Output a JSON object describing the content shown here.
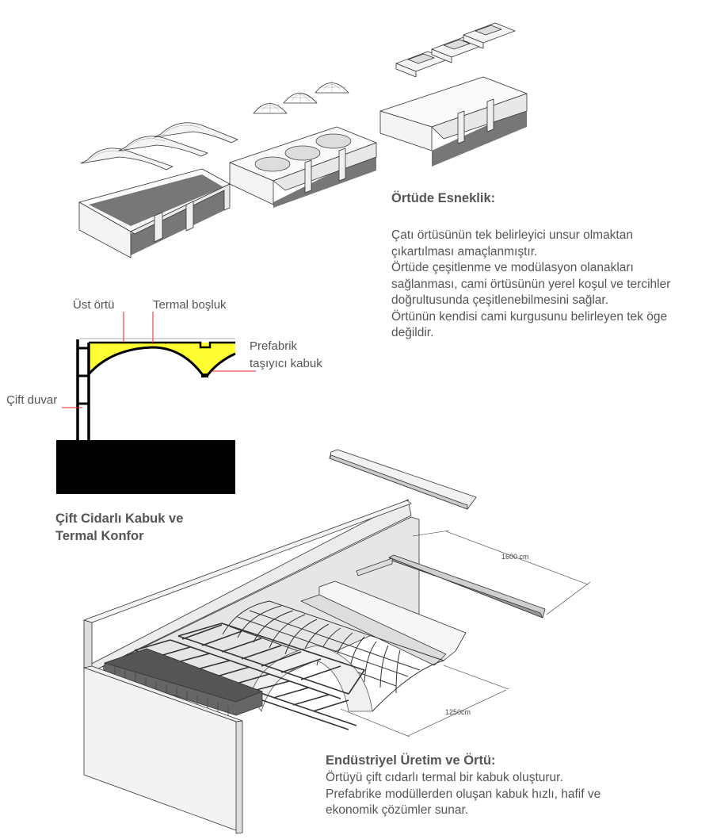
{
  "flexibility": {
    "title": "Örtüde Esneklik:",
    "lines": [
      "Çatı örtüsünün tek belirleyici unsur olmaktan",
      "çıkartılması amaçlanmıştır.",
      "Örtüde çeşitlenme ve modülasyon olanakları",
      "sağlanması, cami örtüsünün yerel koşul ve tercihler",
      "doğrultusunda çeşitlenebilmesini sağlar.",
      "Örtünün kendisi cami kurgusunu belirleyen tek öge",
      "değildir."
    ]
  },
  "section": {
    "labels": {
      "top_cover": "Üst örtü",
      "thermal_gap": "Termal boşluk",
      "shell_1": "Prefabrik",
      "shell_2": "taşıyıcı kabuk",
      "double_wall": "Çift duvar"
    },
    "title_1": "Çift Cidarlı Kabuk ve",
    "title_2": "Termal Konfor",
    "colors": {
      "gap": "#ffff33",
      "leader": "#e8202a",
      "structure": "#000000"
    }
  },
  "industrial": {
    "dim_length": "1600 cm",
    "dim_width": "1250cm",
    "title": "Endüstriyel Üretim ve Örtü:",
    "lines": [
      "Örtüyü çift cıdarlı termal bir kabuk oluşturur.",
      "Prefabrike modüllerden oluşan kabuk hızlı, hafif ve",
      "ekonomik çözümler sunar."
    ]
  }
}
